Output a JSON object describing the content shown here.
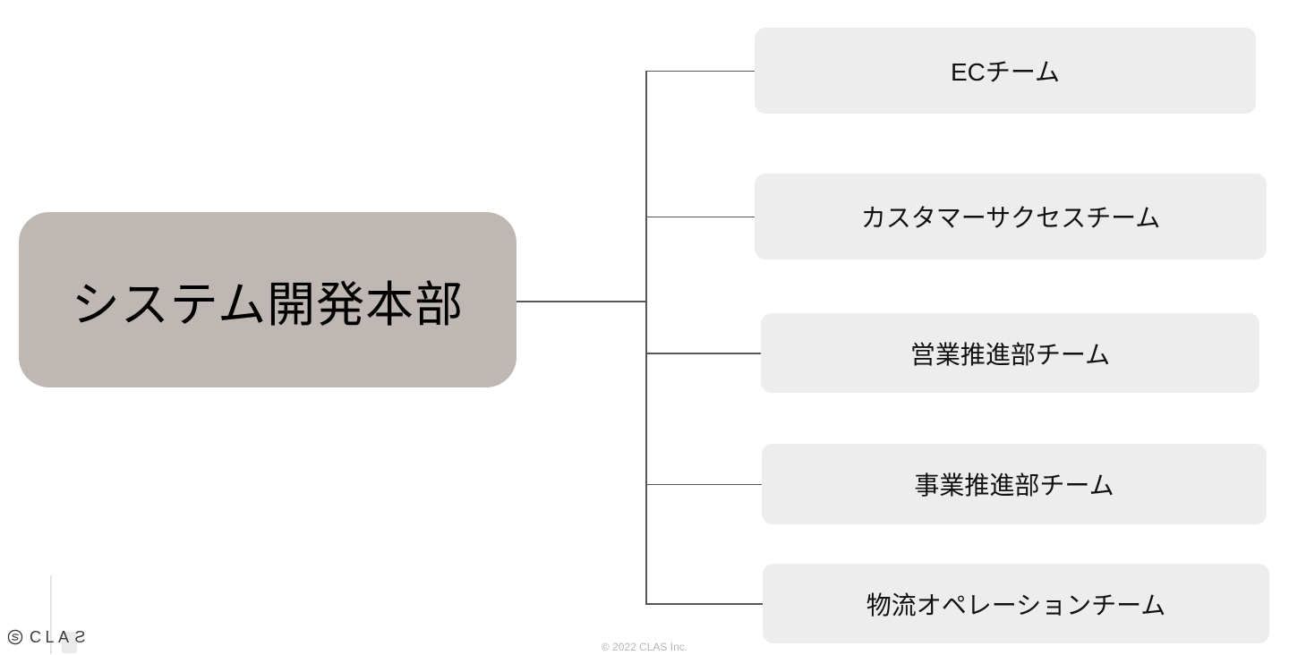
{
  "page": {
    "background_color": "#ffffff"
  },
  "org_chart": {
    "root": {
      "label": "システム開発本部",
      "fill_color": "#beb7b3",
      "text_color": "#000000"
    },
    "teams": [
      {
        "label": "ECチーム"
      },
      {
        "label": "カスタマーサクセスチーム"
      },
      {
        "label": "営業推進部チーム"
      },
      {
        "label": "事業推進部チーム"
      },
      {
        "label": "物流オペレーションチーム"
      }
    ],
    "team_fill_color": "#ededed",
    "connector_color": "#565656"
  },
  "footer": {
    "logo": {
      "icon": "clas-circle-s-icon",
      "prefix": "CLA",
      "s": "S"
    },
    "copyright": "© 2022 CLAS Inc."
  }
}
